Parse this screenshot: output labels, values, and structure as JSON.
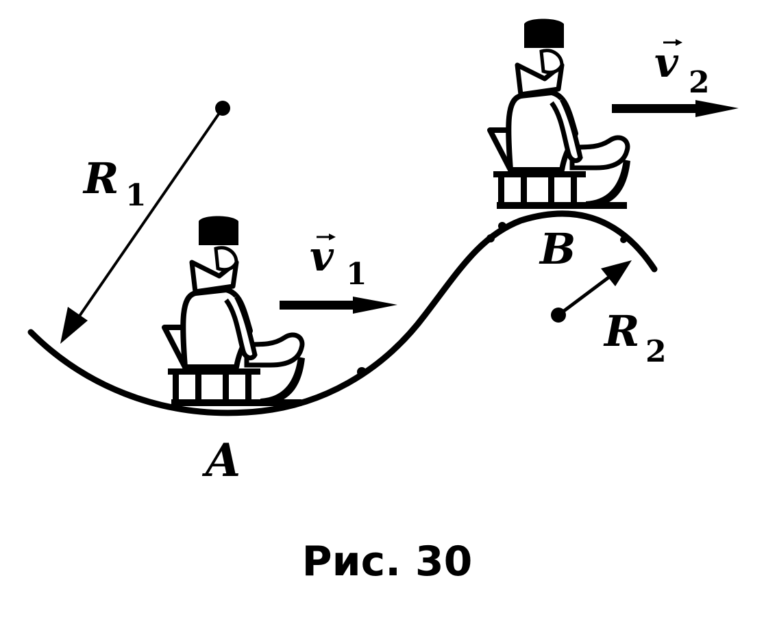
{
  "caption": "Рис. 30",
  "points": {
    "a": "A",
    "b": "B"
  },
  "radii": {
    "r1_symbol": "R",
    "r1_index": "1",
    "r2_symbol": "R",
    "r2_index": "2"
  },
  "velocities": {
    "v1_symbol": "v",
    "v1_index": "1",
    "v2_symbol": "v",
    "v2_index": "2"
  },
  "colors": {
    "ink": "#000000",
    "paper": "#ffffff"
  }
}
